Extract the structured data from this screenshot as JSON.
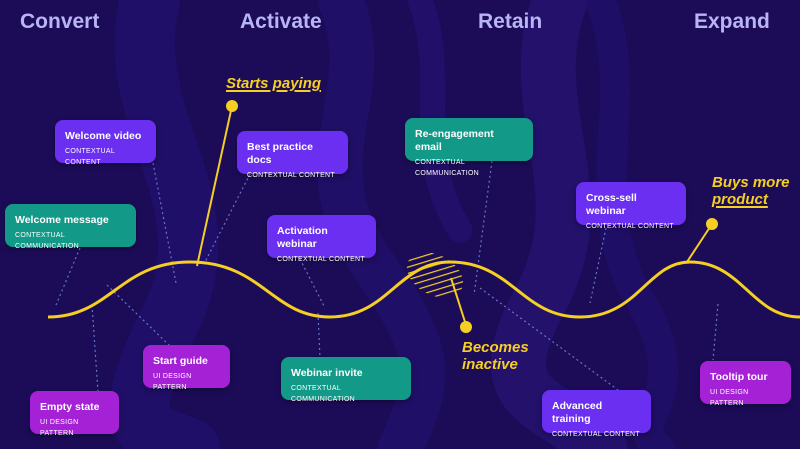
{
  "phases": {
    "convert": "Convert",
    "activate": "Activate",
    "retain": "Retain",
    "expand": "Expand"
  },
  "milestones": {
    "starts_paying": "Starts paying",
    "becomes_inactive": [
      "Becomes",
      "inactive"
    ],
    "buys_more": [
      "Buys more",
      "product"
    ]
  },
  "cards": {
    "welcome_video": {
      "title": "Welcome video",
      "sub": "CONTEXTUAL CONTENT"
    },
    "welcome_message": {
      "title": "Welcome message",
      "sub": "CONTEXTUAL COMMUNICATION"
    },
    "empty_state": {
      "title": "Empty state",
      "sub": "UI DESIGN PATTERN"
    },
    "start_guide": {
      "title": "Start guide",
      "sub": "UI DESIGN PATTERN"
    },
    "best_practice_docs": {
      "title": "Best practice docs",
      "sub": "CONTEXTUAL CONTENT"
    },
    "activation_webinar": {
      "title": "Activation webinar",
      "sub": "CONTEXTUAL CONTENT"
    },
    "webinar_invite": {
      "title": "Webinar invite",
      "sub": "CONTEXTUAL COMMUNICATION"
    },
    "reengagement_email": {
      "title": "Re-engagement email",
      "sub": "CONTEXTUAL COMMUNICATION"
    },
    "advanced_training": {
      "title": "Advanced training",
      "sub": "CONTEXTUAL CONTENT"
    },
    "crosssell_webinar": {
      "title": "Cross-sell webinar",
      "sub": "CONTEXTUAL CONTENT"
    },
    "tooltip_tour": {
      "title": "Tooltip tour",
      "sub": "UI DESIGN PATTERN"
    }
  },
  "colors": {
    "background": "#1c0c58",
    "curve": "#f5cf22",
    "violet": "#6a2ff1",
    "teal": "#139987",
    "magenta": "#a421d6",
    "phase_text": "#b9b4f4"
  }
}
